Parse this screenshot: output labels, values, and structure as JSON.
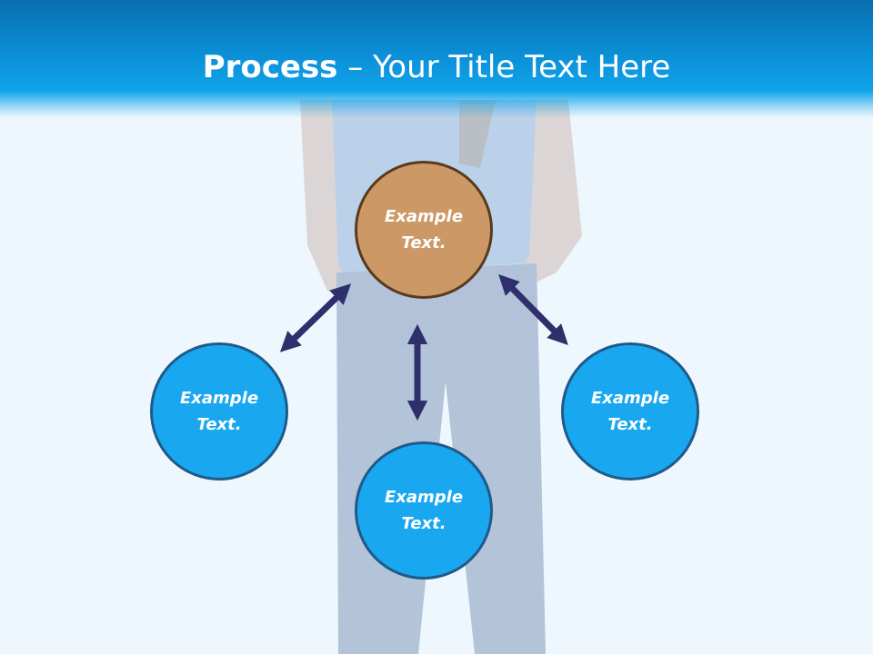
{
  "title": {
    "bold": "Process",
    "rest": " – Your Title Text Here"
  },
  "nodes": {
    "center": {
      "line1": "Example",
      "line2": "Text."
    },
    "left": {
      "line1": "Example",
      "line2": "Text."
    },
    "bottom": {
      "line1": "Example",
      "line2": "Text."
    },
    "right": {
      "line1": "Example",
      "line2": "Text."
    }
  },
  "colors": {
    "header": "#0b8fd6",
    "center_fill": "#cc9966",
    "node_fill": "#19a8ef",
    "arrow": "#2e2f6b",
    "background": "#eef7fd"
  }
}
